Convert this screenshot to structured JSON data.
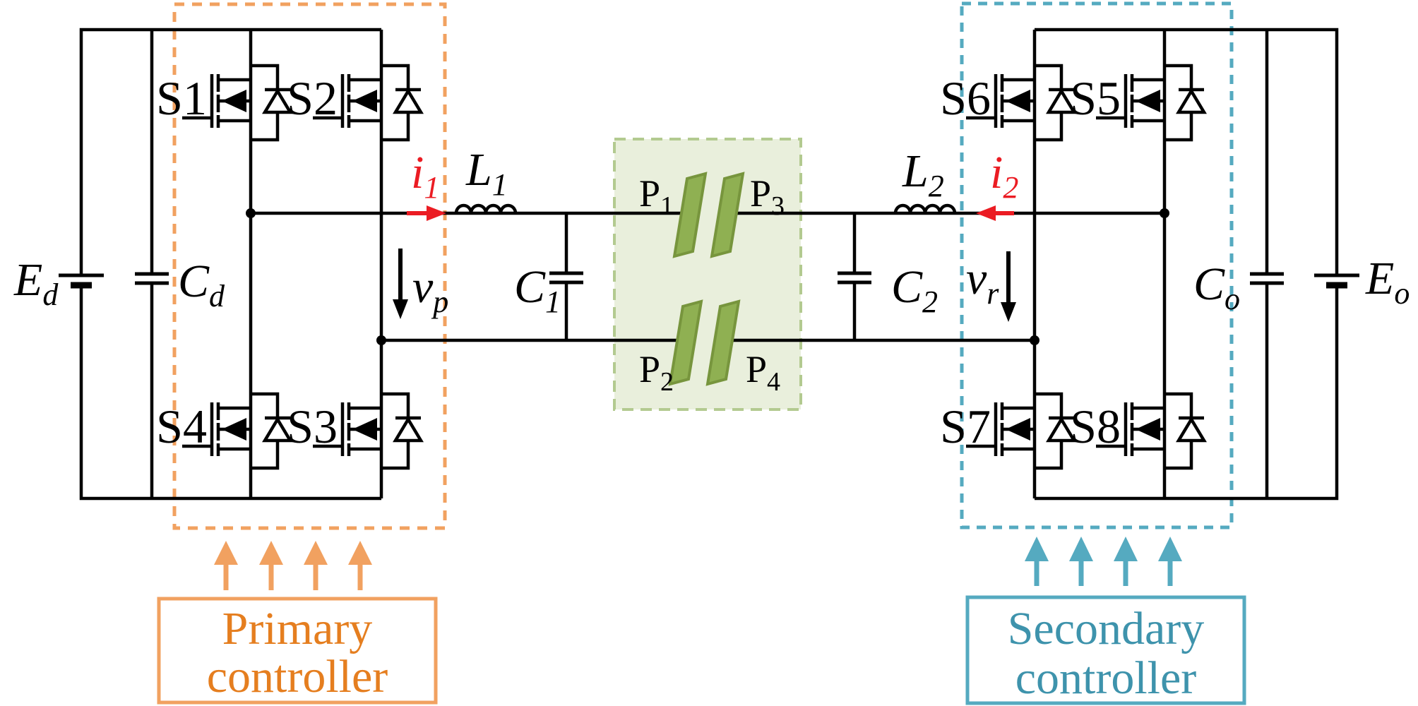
{
  "figure": {
    "description": "Capacitive power transfer circuit with primary and secondary full-bridge converters"
  },
  "labels": {
    "Ed": {
      "t": "E",
      "s": "d"
    },
    "Cd": {
      "t": "C",
      "s": "d"
    },
    "i1": {
      "t": "i",
      "s": "1"
    },
    "L1": {
      "t": "L",
      "s": "1"
    },
    "vp": {
      "t": "v",
      "s": "p"
    },
    "C1": {
      "t": "C",
      "s": "1"
    },
    "C2": {
      "t": "C",
      "s": "2"
    },
    "L2": {
      "t": "L",
      "s": "2"
    },
    "i2": {
      "t": "i",
      "s": "2"
    },
    "vr": {
      "t": "v",
      "s": "r"
    },
    "Co": {
      "t": "C",
      "s": "o"
    },
    "Eo": {
      "t": "E",
      "s": "o"
    }
  },
  "switches": {
    "s1": "S1",
    "s2": "S2",
    "s3": "S3",
    "s4": "S4",
    "s5": "S5",
    "s6": "S6",
    "s7": "S7",
    "s8": "S8"
  },
  "plates": {
    "p1": {
      "t": "P",
      "s": "1"
    },
    "p2": {
      "t": "P",
      "s": "2"
    },
    "p3": {
      "t": "P",
      "s": "3"
    },
    "p4": {
      "t": "P",
      "s": "4"
    }
  },
  "controllers": {
    "primary": {
      "line1": "Primary",
      "line2": "controller"
    },
    "secondary": {
      "line1": "Secondary",
      "line2": "controller"
    }
  },
  "colors": {
    "orange_light": "#F1A160",
    "orange_text": "#E57E1F",
    "teal_light": "#55AAC0",
    "teal_text": "#3E93AC",
    "green_fill": "#E9EFDC",
    "green_border": "#B3CA90",
    "plate_fill": "#8FB052",
    "plate_edge": "#77953D",
    "red": "#EB1C23"
  }
}
